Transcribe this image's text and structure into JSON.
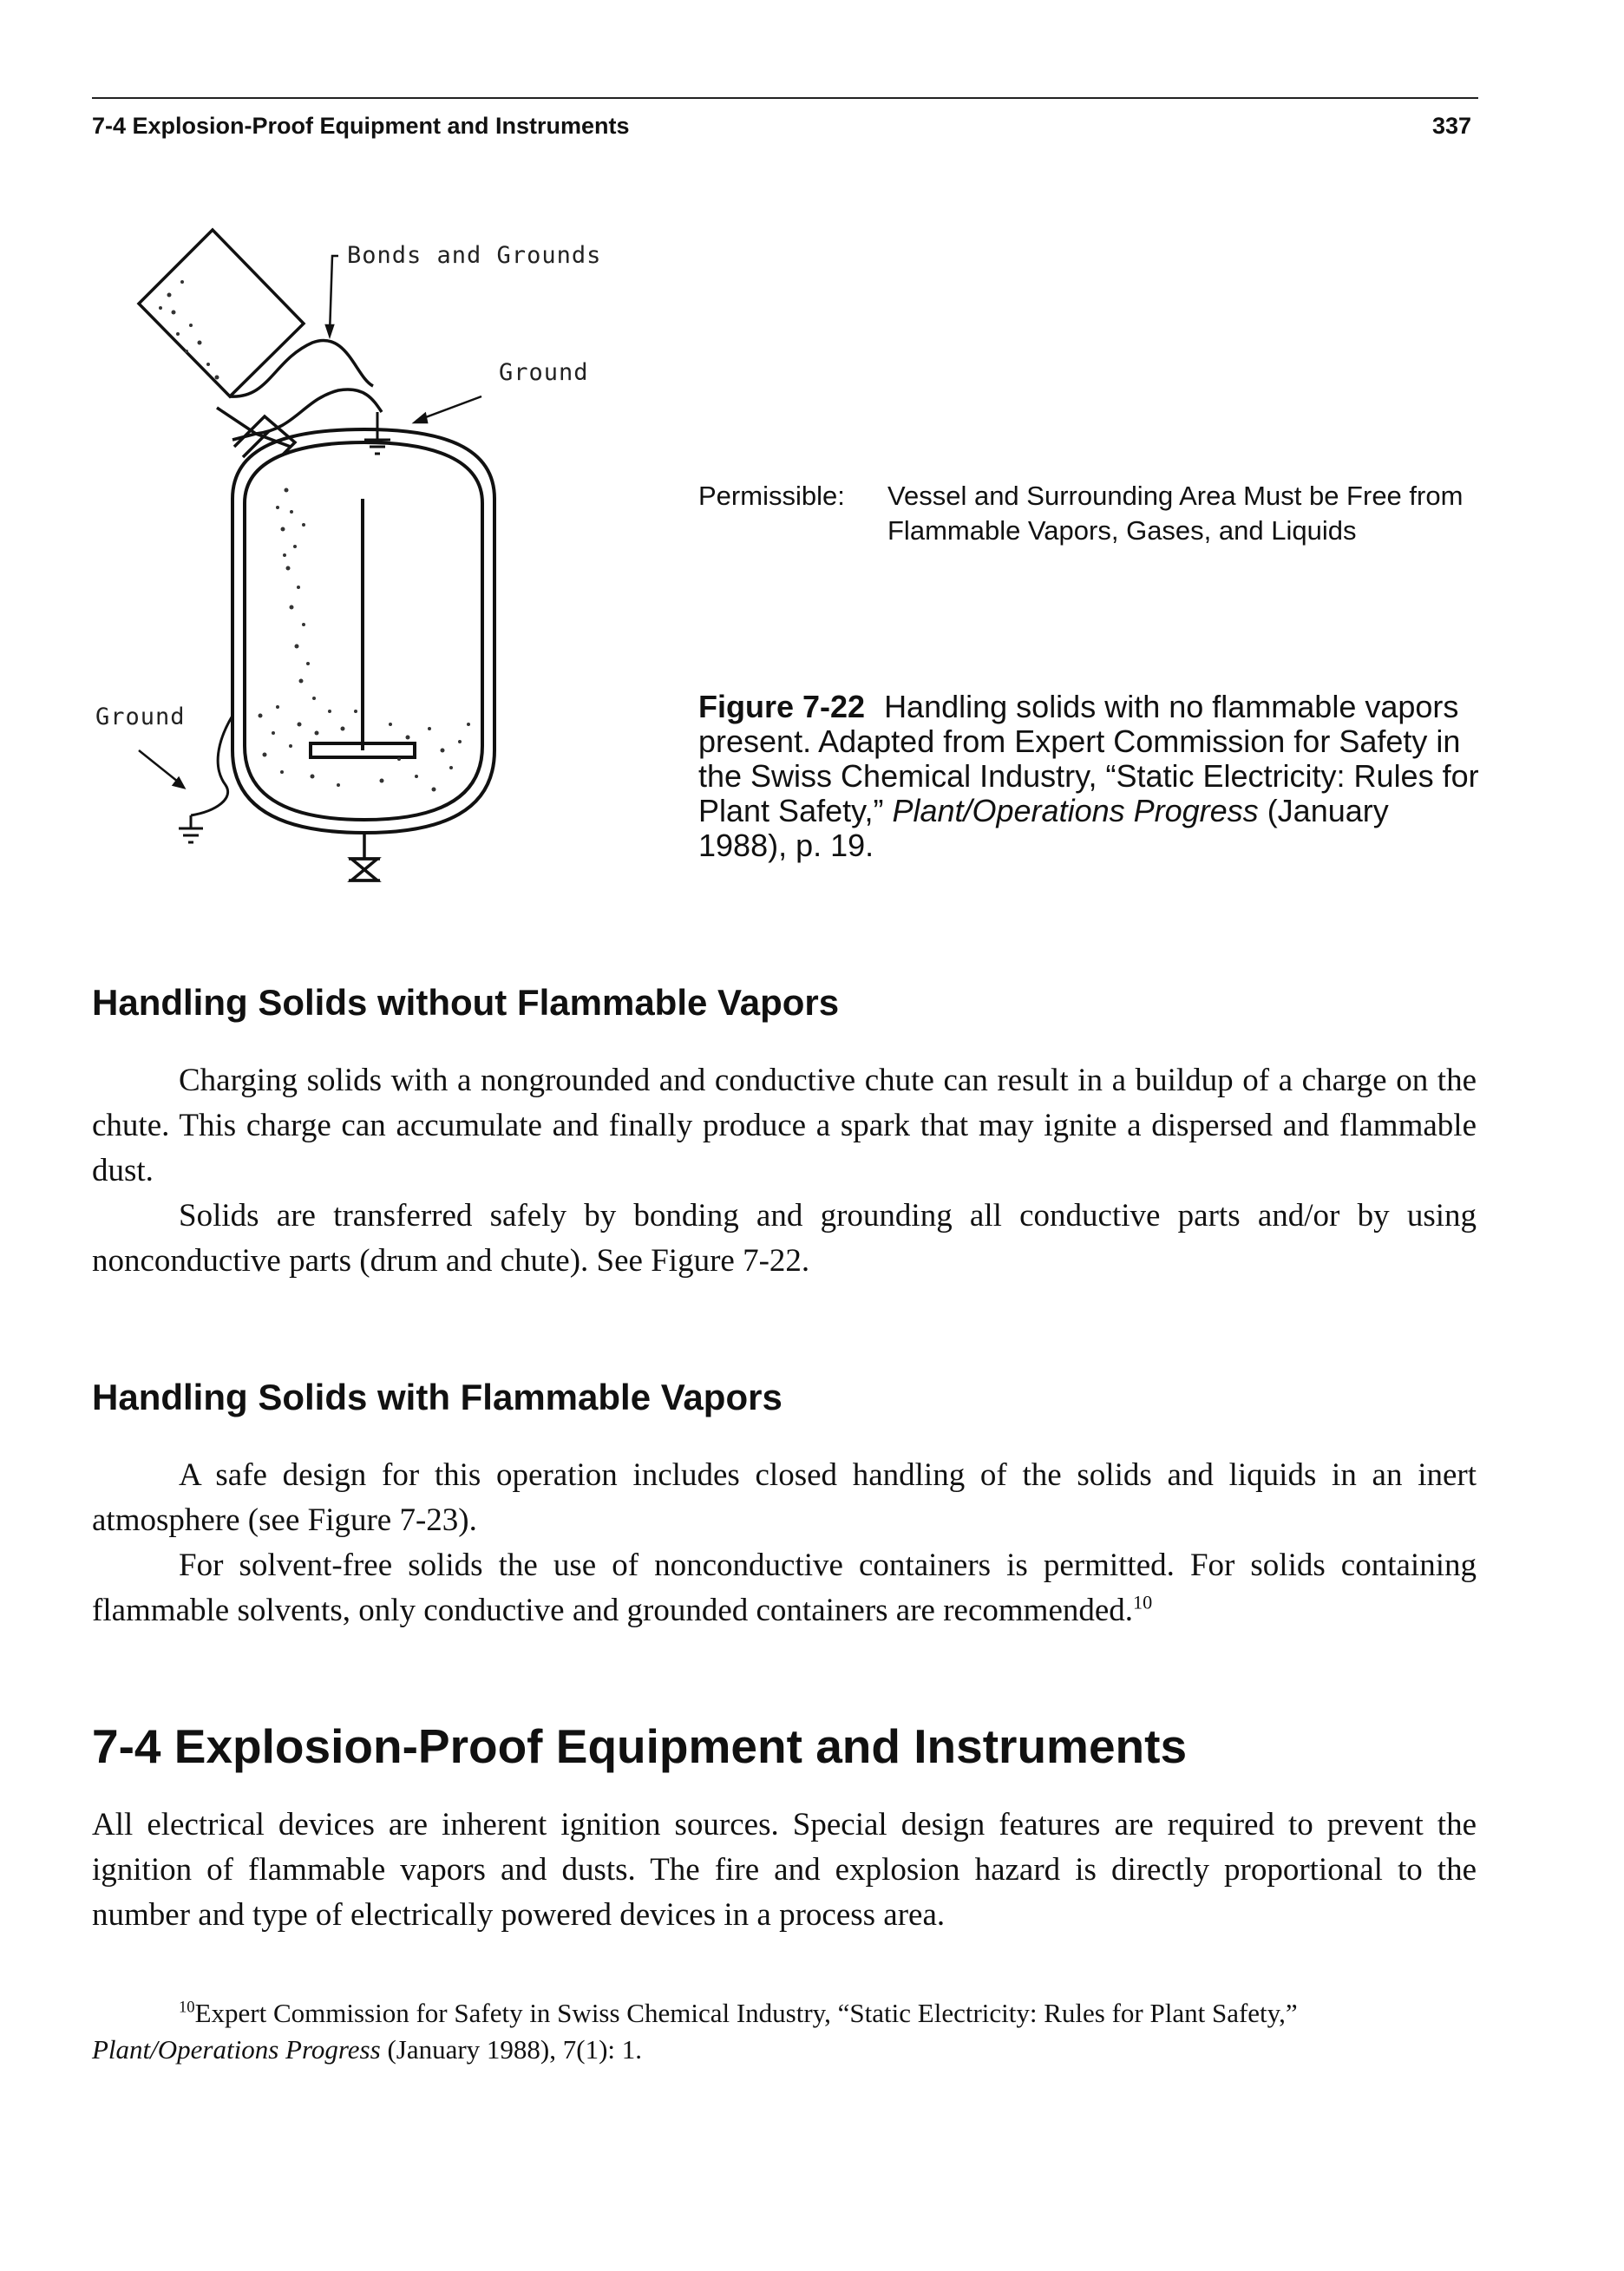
{
  "header": {
    "section_title": "7-4 Explosion-Proof Equipment and Instruments",
    "page_number": "337"
  },
  "figure": {
    "labels": {
      "bonds_grounds": "Bonds and Grounds",
      "ground_top": "Ground",
      "ground_left": "Ground"
    },
    "permissible_label": "Permissible:",
    "permissible_text": "Vessel and Surrounding Area Must be Free from Flammable Vapors, Gases, and Liquids",
    "caption": {
      "number": "Figure 7-22",
      "text_1": "Handling solids with no flammable vapors present. Adapted from Expert Commission for Safety in the Swiss Chemical Industry, “Static Electricity: Rules for Plant Safety,”",
      "journal": "Plant/Operations Progress",
      "text_2": "(January 1988), p. 19."
    }
  },
  "section1": {
    "heading": "Handling Solids without Flammable Vapors",
    "p1": "Charging solids with a nongrounded and conductive chute can result in a buildup of a charge on the chute. This charge can accumulate and finally produce a spark that may ignite a dispersed and flammable dust.",
    "p2": "Solids are transferred safely by bonding and grounding all conductive parts and/or by using nonconductive parts (drum and chute). See Figure 7-22."
  },
  "section2": {
    "heading": "Handling Solids with Flammable Vapors",
    "p1": "A safe design for this operation includes closed handling of the solids and liquids in an inert atmosphere (see Figure 7-23).",
    "p2": "For solvent-free solids the use of nonconductive containers is permitted. For solids containing flammable solvents, only conductive and grounded containers are recommended.",
    "footnote_ref": "10"
  },
  "section3": {
    "heading": "7-4 Explosion-Proof Equipment and Instruments",
    "p1": "All electrical devices are inherent ignition sources. Special design features are required to prevent the ignition of flammable vapors and dusts. The fire and explosion hazard is directly proportional to the number and type of electrically powered devices in a process area."
  },
  "footnote": {
    "mark": "10",
    "text_1": "Expert Commission for Safety in Swiss Chemical Industry, “Static Electricity: Rules for Plant Safety,”",
    "journal": "Plant/Operations Progress",
    "text_2": "(January 1988), 7(1): 1."
  }
}
